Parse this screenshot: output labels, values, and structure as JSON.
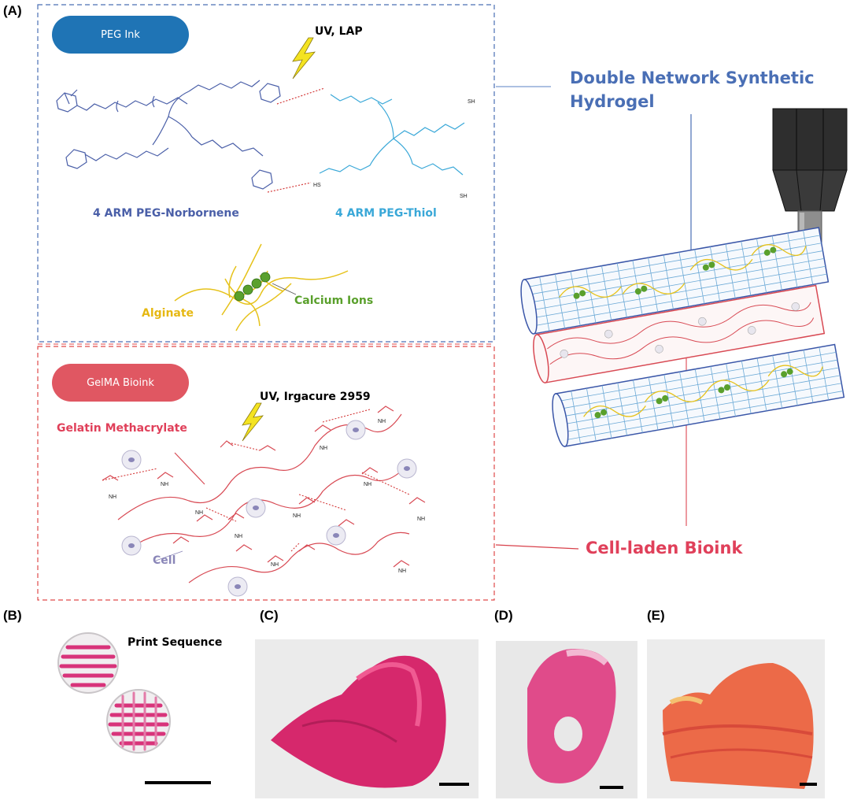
{
  "panel_labels": {
    "a": "(A)",
    "b": "(B)",
    "c": "(C)",
    "d": "(D)",
    "e": "(E)"
  },
  "peg": {
    "pill_label": "PEG Ink",
    "uv_label": "UV, LAP",
    "norbornene_label": "4 ARM PEG-Norbornene",
    "thiol_label": "4 ARM PEG-Thiol",
    "alginate_label": "Alginate",
    "calcium_label": "Calcium Ions",
    "sh_label": "SH",
    "hs_label": "HS"
  },
  "gelma": {
    "pill_label": "GelMA Bioink",
    "uv_label": "UV, Irgacure 2959",
    "gelatin_label": "Gelatin Methacrylate",
    "cell_label": "Cell",
    "nh_label": "NH"
  },
  "right": {
    "double_network_line1": "Double Network Synthetic",
    "double_network_line2": "Hydrogel",
    "cell_laden_label": "Cell-laden Bioink"
  },
  "panel_b": {
    "print_sequence_label": "Print Sequence"
  },
  "colors": {
    "blue_pill": "#1f74b5",
    "red_pill": "#e05762",
    "blue_text": "#4a6fb5",
    "red_text": "#e0405a",
    "alginate_yellow": "#e6c21a",
    "calcium_green": "#5aa02c",
    "thiol_cyan": "#3aa8d8"
  }
}
